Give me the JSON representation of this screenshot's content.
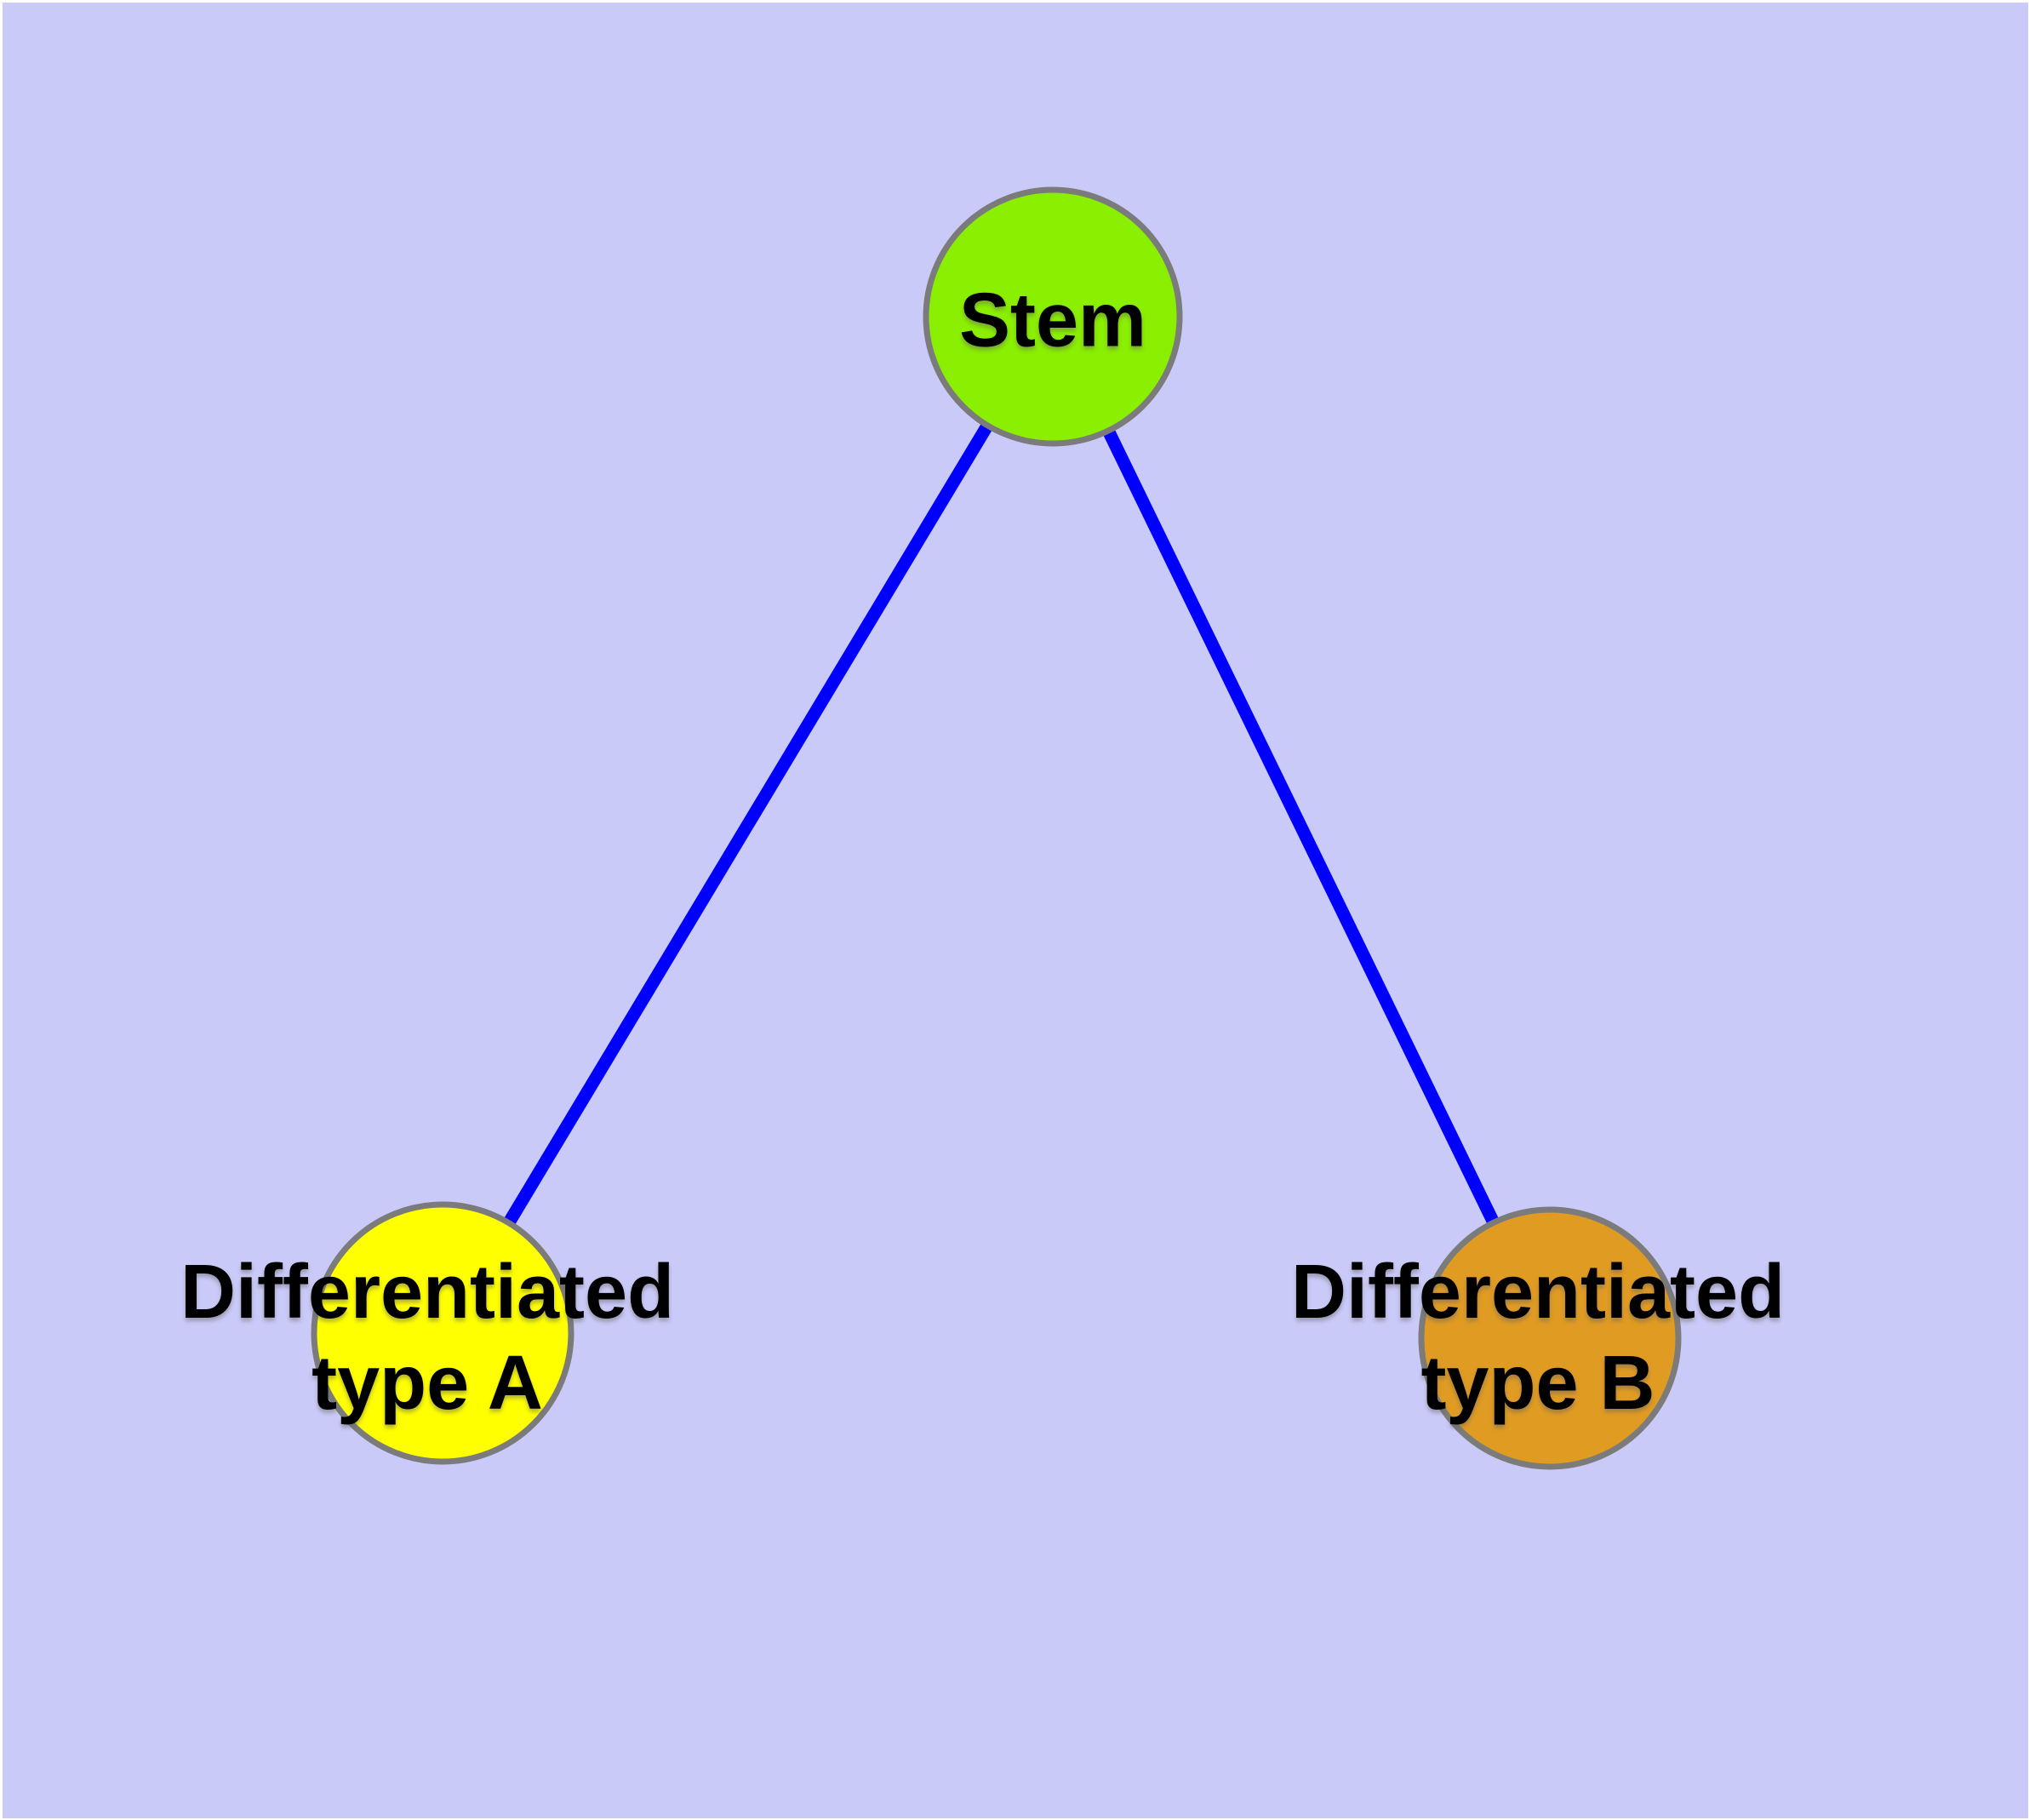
{
  "diagram": {
    "background_color": "#CACAF8",
    "frame_color": "#FFFFFF",
    "edge_color": "#0000FF",
    "node_border_color": "#7B7B7B",
    "text_color": "#000000",
    "nodes": {
      "stem": {
        "label": "Stem",
        "fill": "#8AEF00"
      },
      "type_a": {
        "label_line1": "Differentiated",
        "label_line2": "type A",
        "fill": "#FFFF00"
      },
      "type_b": {
        "label_line1": "Differentiated",
        "label_line2": "type B",
        "fill": "#E09B23"
      }
    },
    "edges": [
      {
        "name": "stem-to-type-a",
        "from": "stem",
        "to": "type_a"
      },
      {
        "name": "stem-to-type-b",
        "from": "stem",
        "to": "type_b"
      }
    ]
  }
}
